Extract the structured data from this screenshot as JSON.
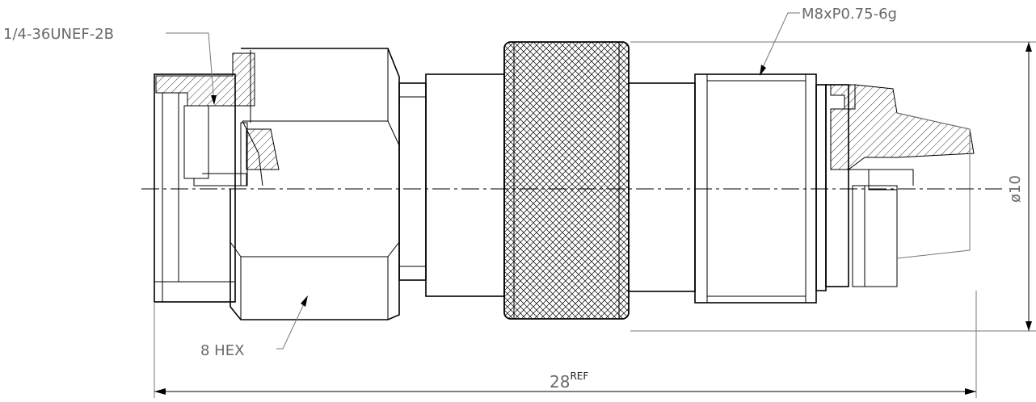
{
  "labels": {
    "thread_left": "1/4-36UNEF-2B",
    "thread_right": "M8xP0.75-6g",
    "hex": "8 HEX",
    "diameter": "ø10",
    "length_value": "28",
    "length_suffix": "REF"
  },
  "colors": {
    "line": "#000000",
    "label": "#6a6a6a",
    "background": "#ffffff"
  }
}
